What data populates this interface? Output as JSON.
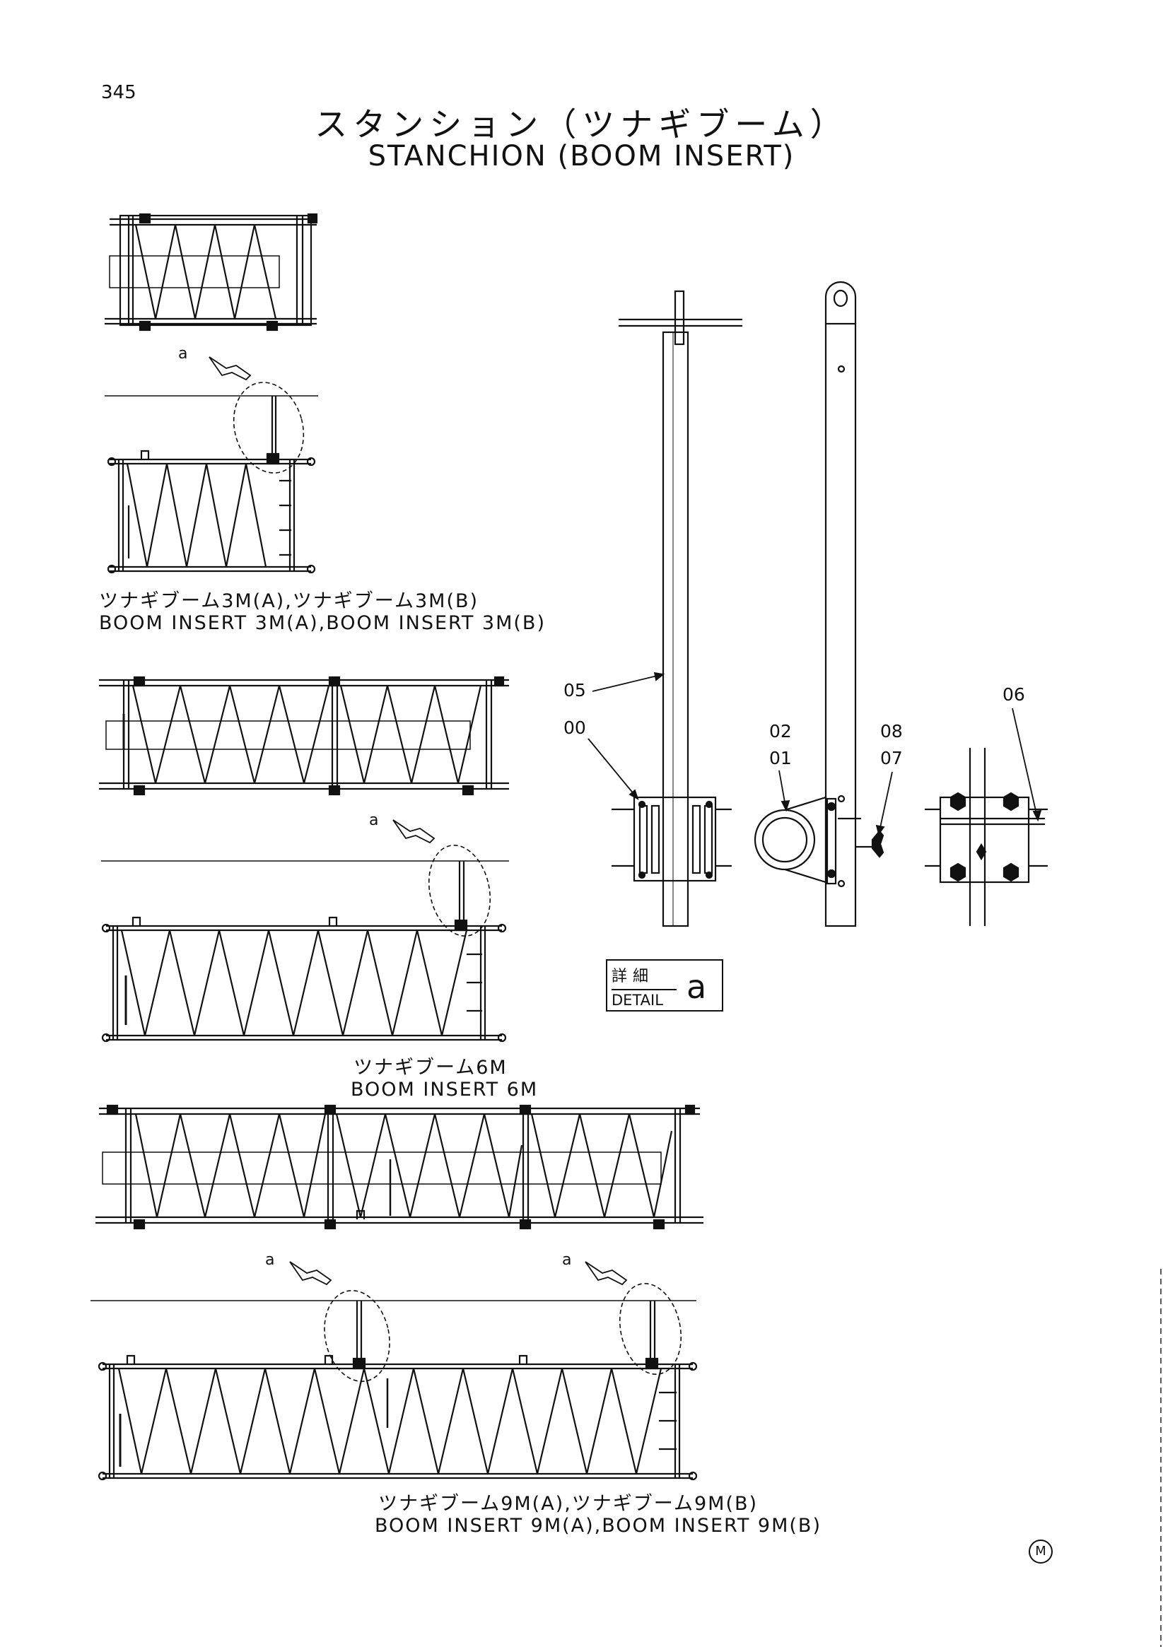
{
  "page_number": "345",
  "title_jp": "スタンション（ツナギブーム）",
  "title_en": "STANCHION (BOOM INSERT)",
  "detail_ref": "a",
  "captions": {
    "insert_3m_jp": "ツナギブーム3M(A),ツナギブーム3M(B)",
    "insert_3m_en": "BOOM INSERT 3M(A),BOOM INSERT 3M(B)",
    "insert_6m_jp": "ツナギブーム6M",
    "insert_6m_en": "BOOM INSERT 6M",
    "insert_9m_jp": "ツナギブーム9M(A),ツナギブーム9M(B)",
    "insert_9m_en": "BOOM INSERT 9M(A),BOOM INSERT 9M(B)"
  },
  "part_numbers": {
    "p05": "05",
    "p00": "00",
    "p02": "02",
    "p01": "01",
    "p08": "08",
    "p07": "07",
    "p06": "06"
  },
  "detail_box": {
    "jp": "詳細",
    "en": "DETAIL",
    "ref": "a"
  },
  "maker_mark": "M"
}
